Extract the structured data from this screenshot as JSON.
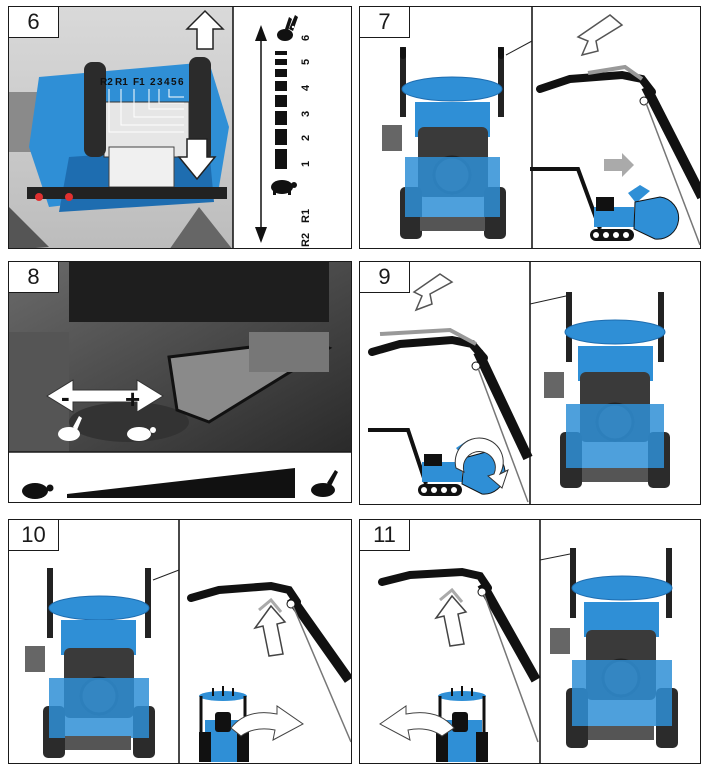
{
  "panels": {
    "p6": {
      "number": "6",
      "lever_labels": [
        "R2",
        "R1",
        "F1",
        "2",
        "3",
        "4",
        "5",
        "6"
      ],
      "gear_scale": [
        "6",
        "5",
        "4",
        "3",
        "2",
        "1"
      ],
      "reverse_scale": [
        "R1",
        "R2"
      ]
    },
    "p7": {
      "number": "7"
    },
    "p8": {
      "number": "8",
      "minus": "-",
      "plus": "+"
    },
    "p9": {
      "number": "9"
    },
    "p10": {
      "number": "10"
    },
    "p11": {
      "number": "11"
    }
  },
  "colors": {
    "machine_blue": "#2f8fd6",
    "line": "#1a1a1a"
  }
}
